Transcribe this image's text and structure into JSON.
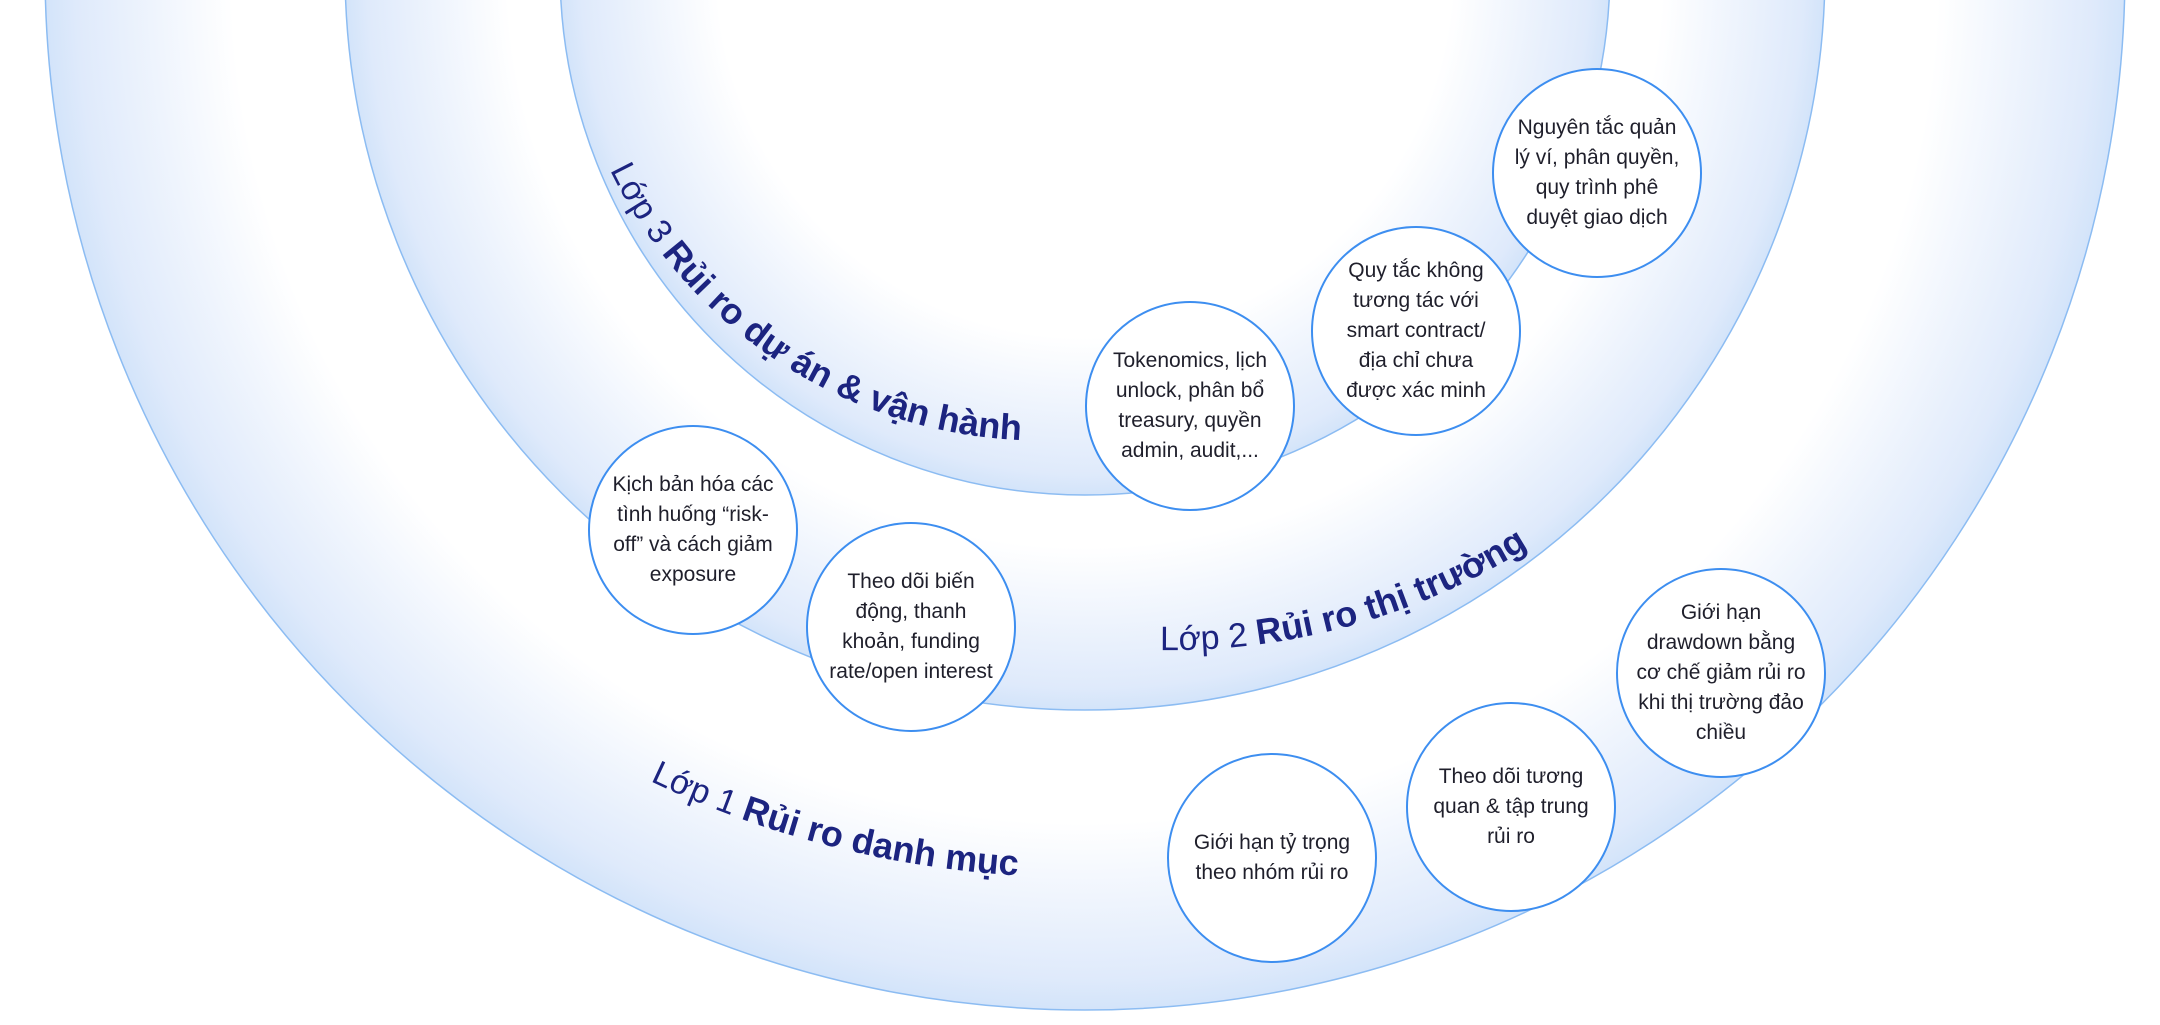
{
  "colors": {
    "ring_stroke": "#8cbcf2",
    "ring_glow": "#dbe9fb",
    "bubble_border": "#3d8ef0",
    "label_color": "#1c2480",
    "text_color": "#1f1f2b"
  },
  "layers": [
    {
      "id": "layer-1",
      "prefix": "Lớp 1",
      "title": "Rủi ro danh mục"
    },
    {
      "id": "layer-2",
      "prefix": "Lớp 2",
      "title": "Rủi ro thị trường"
    },
    {
      "id": "layer-3",
      "prefix": "Lớp 3",
      "title": "Rủi ro dự án & vận hành"
    }
  ],
  "bubbles": {
    "layer3_tokenomics": "Tokenomics, lịch unlock, phân bổ treasury, quyền admin, audit,...",
    "layer3_smart_contract": "Quy tắc không tương tác với smart contract/ địa chỉ chưa được xác minh",
    "layer3_wallet": "Nguyên tắc quản lý ví, phân quyền, quy trình phê duyệt giao dịch",
    "layer2_risk_off": "Kịch bản hóa các tình huống “risk-off” và cách giảm exposure",
    "layer2_monitor": "Theo dõi biến động, thanh khoản, funding rate/open interest",
    "layer1_weight": "Giới hạn tỷ trọng theo nhóm rủi ro",
    "layer1_correlation": "Theo dõi tương quan & tập trung rủi ro",
    "layer1_drawdown": "Giới hạn drawdown bằng cơ chế giảm rủi ro khi thị trường đảo chiều"
  }
}
